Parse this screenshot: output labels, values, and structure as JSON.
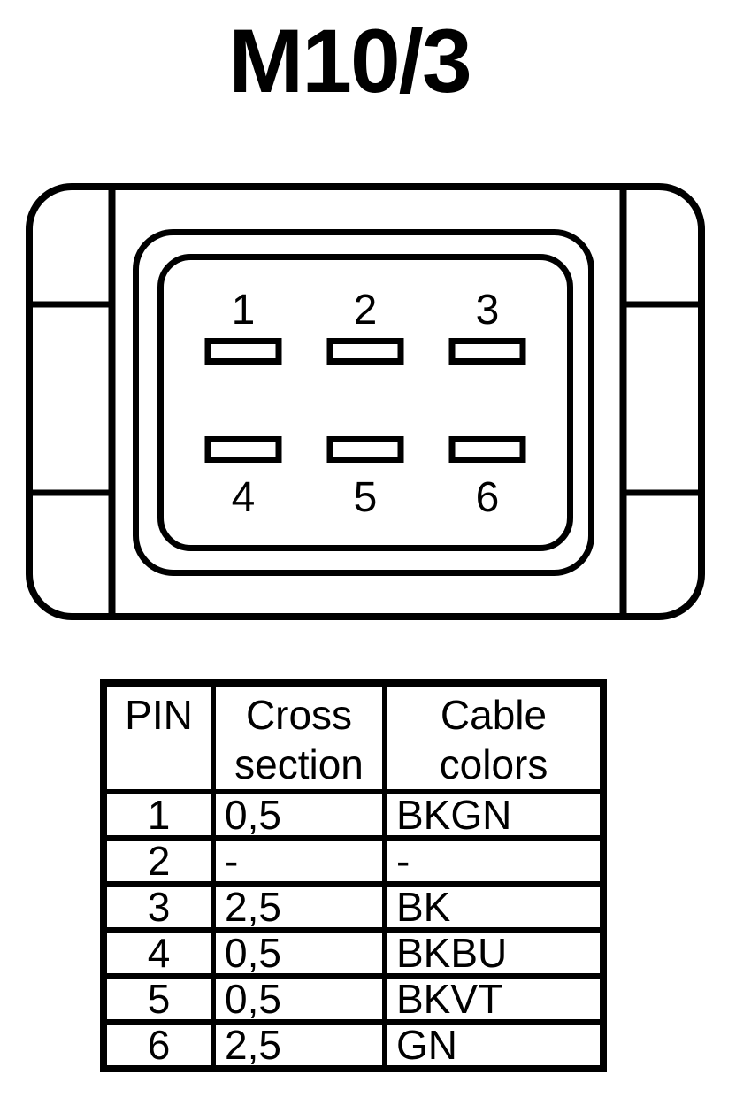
{
  "title": "M10/3",
  "colors": {
    "ink": "#000000",
    "background": "#ffffff"
  },
  "connector": {
    "description": "6-pin rectangular connector face, two rows of three slot pins",
    "pin_labels": [
      "1",
      "2",
      "3",
      "4",
      "5",
      "6"
    ]
  },
  "table": {
    "header": {
      "pin": "PIN",
      "cross_line1": "Cross",
      "cross_line2": "section",
      "cable_line1": "Cable",
      "cable_line2": "colors"
    },
    "rows": [
      {
        "pin": "1",
        "cross_section": "0,5",
        "cable_color": "BKGN"
      },
      {
        "pin": "2",
        "cross_section": "-",
        "cable_color": "-"
      },
      {
        "pin": "3",
        "cross_section": "2,5",
        "cable_color": "BK"
      },
      {
        "pin": "4",
        "cross_section": "0,5",
        "cable_color": "BKBU"
      },
      {
        "pin": "5",
        "cross_section": "0,5",
        "cable_color": "BKVT"
      },
      {
        "pin": "6",
        "cross_section": "2,5",
        "cable_color": "GN"
      }
    ]
  }
}
